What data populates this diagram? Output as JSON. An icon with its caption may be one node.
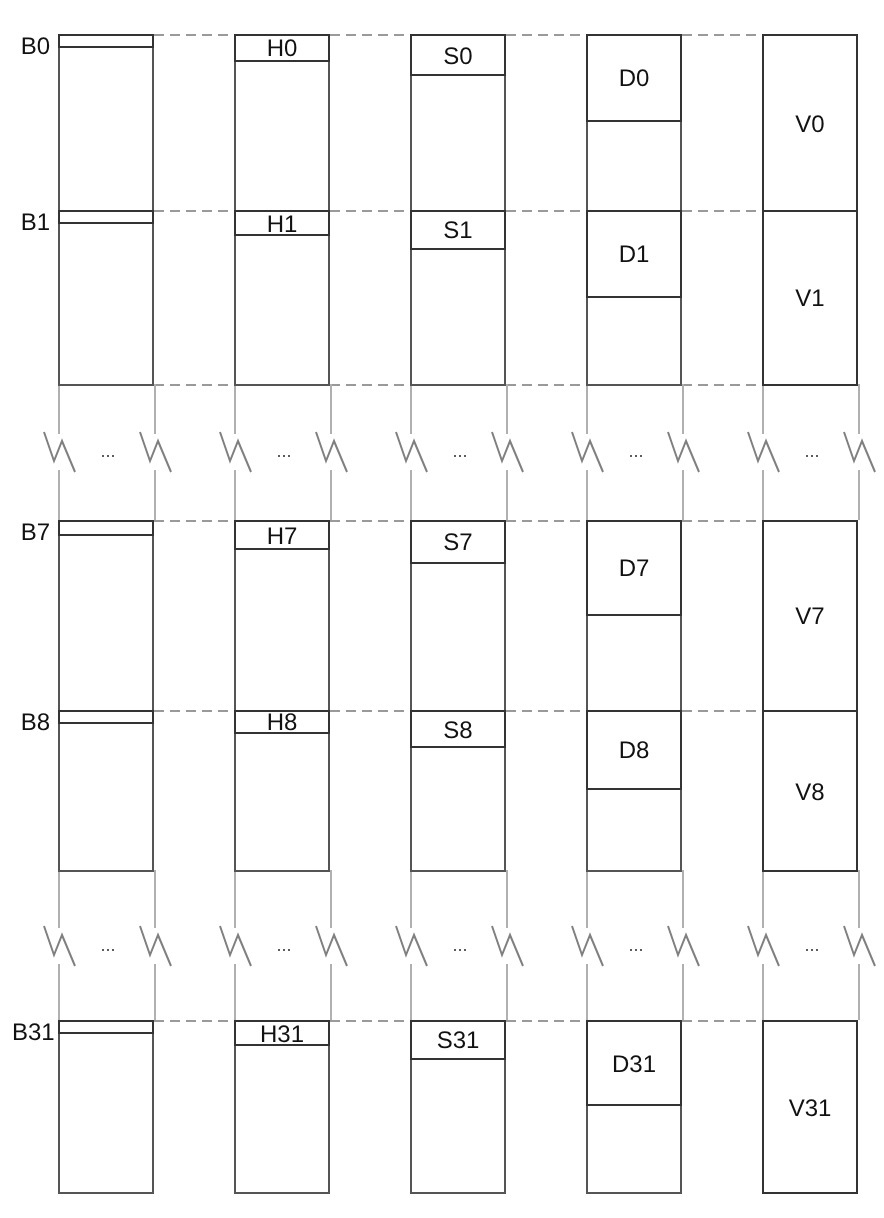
{
  "diagram": {
    "nodes": [
      {
        "text": [
          "B0"
        ]
      },
      {
        "text": [
          "H0"
        ]
      },
      {
        "text": [
          "S0"
        ]
      },
      {
        "text": [
          "D0"
        ]
      },
      {
        "text": [
          "V0"
        ]
      },
      {
        "text": [
          "B1"
        ]
      },
      {
        "text": [
          "H1"
        ]
      },
      {
        "text": [
          "S1"
        ]
      },
      {
        "text": [
          "D1"
        ]
      },
      {
        "text": [
          "V1"
        ]
      },
      {
        "text": [
          "B7"
        ]
      },
      {
        "text": [
          "H7"
        ]
      },
      {
        "text": [
          "S7"
        ]
      },
      {
        "text": [
          "D7"
        ]
      },
      {
        "text": [
          "V7"
        ]
      },
      {
        "text": [
          "B8"
        ]
      },
      {
        "text": [
          "H8"
        ]
      },
      {
        "text": [
          "S8"
        ]
      },
      {
        "text": [
          "D8"
        ]
      },
      {
        "text": [
          "V8"
        ]
      },
      {
        "text": [
          "B31"
        ]
      },
      {
        "text": [
          "H31"
        ]
      },
      {
        "text": [
          "S31"
        ]
      },
      {
        "text": [
          "D31"
        ]
      },
      {
        "text": [
          "V31"
        ]
      }
    ],
    "labels": [
      "...",
      "...",
      "...",
      "...",
      "...",
      "...",
      "...",
      "...",
      "...",
      "..."
    ]
  }
}
